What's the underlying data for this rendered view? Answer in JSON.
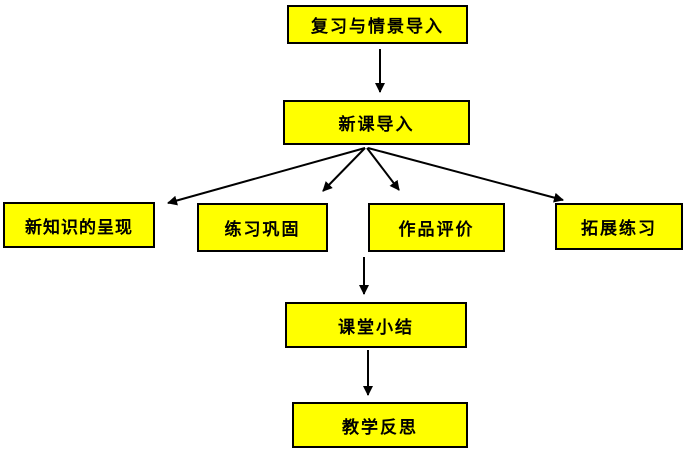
{
  "diagram": {
    "type": "flowchart",
    "background_color": "#ffffff",
    "node_fill_color": "#ffff00",
    "node_border_color": "#000000",
    "arrow_color": "#000000",
    "nodes": [
      {
        "id": "review-scenario-intro",
        "label": "复习与情景导入"
      },
      {
        "id": "new-lesson-intro",
        "label": "新课导入"
      },
      {
        "id": "new-knowledge-presentation",
        "label": "新知识的呈现"
      },
      {
        "id": "practice-consolidation",
        "label": "练习巩固"
      },
      {
        "id": "work-evaluation",
        "label": "作品评价"
      },
      {
        "id": "extension-practice",
        "label": "拓展练习"
      },
      {
        "id": "class-summary",
        "label": "课堂小结"
      },
      {
        "id": "teaching-reflection",
        "label": "教学反思"
      }
    ],
    "edges": [
      {
        "from": "复习与情景导入",
        "to": "新课导入"
      },
      {
        "from": "新课导入",
        "to": "新知识的呈现"
      },
      {
        "from": "新课导入",
        "to": "练习巩固"
      },
      {
        "from": "新课导入",
        "to": "作品评价"
      },
      {
        "from": "新课导入",
        "to": "拓展练习"
      },
      {
        "from": "作品评价",
        "to": "课堂小结"
      },
      {
        "from": "课堂小结",
        "to": "教学反思"
      }
    ]
  }
}
